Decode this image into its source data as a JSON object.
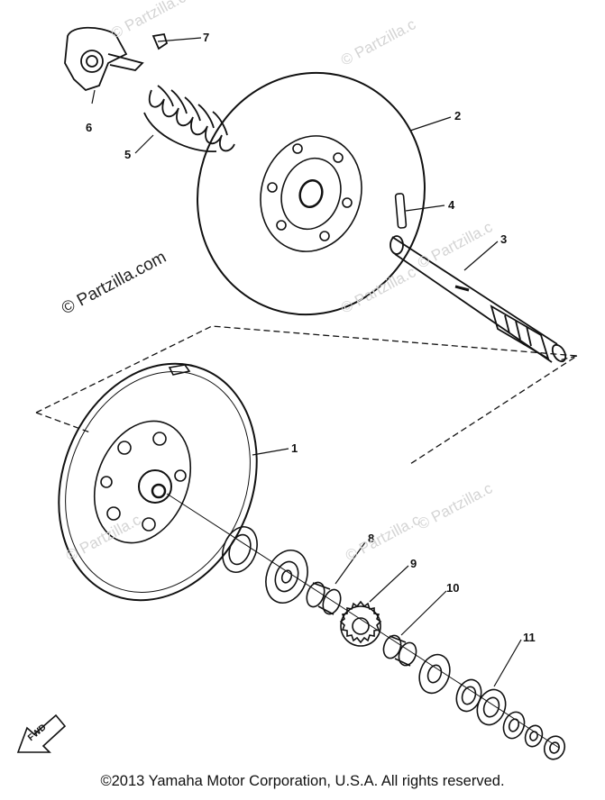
{
  "watermark": {
    "text": "© Partzilla.com",
    "short": "© Partzilla.c"
  },
  "callouts": [
    "1",
    "2",
    "3",
    "4",
    "5",
    "6",
    "7",
    "8",
    "9",
    "10",
    "11"
  ],
  "fwd_label": "FWD",
  "copyright": "©2013  Yamaha Motor Corporation, U.S.A. All rights reserved."
}
